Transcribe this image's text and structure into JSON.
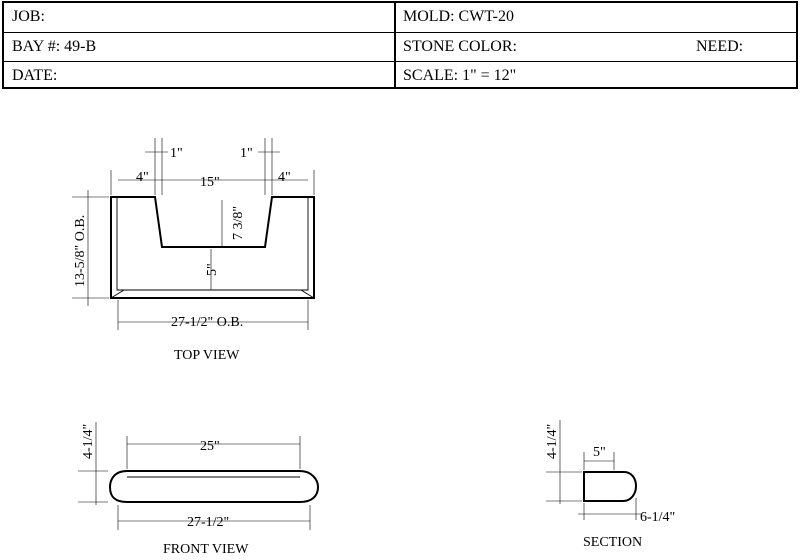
{
  "title_block": {
    "job": "JOB:",
    "mold": "MOLD: CWT-20",
    "bay": "BAY #: 49-B",
    "stone_color": "STONE COLOR:",
    "need": "NEED:",
    "date": "DATE:",
    "scale": "SCALE:  1\" = 12\""
  },
  "top_view": {
    "caption": "TOP VIEW",
    "dims": {
      "offset_left": "1\"",
      "offset_right": "1\"",
      "wall_left": "4\"",
      "opening": "15\"",
      "wall_right": "4\"",
      "depth_notch": "7 3/8\"",
      "overall_depth": "13-5/8\" O.B.",
      "back_thickness": "5\"",
      "overall_width": "27-1/2\" O.B."
    }
  },
  "front_view": {
    "caption": "FRONT VIEW",
    "dims": {
      "height": "4-1/4\"",
      "top_length": "25\"",
      "overall_length": "27-1/2\""
    }
  },
  "section": {
    "caption": "SECTION",
    "dims": {
      "height": "4-1/4\"",
      "top_width": "5\"",
      "depth": "6-1/4\""
    }
  }
}
